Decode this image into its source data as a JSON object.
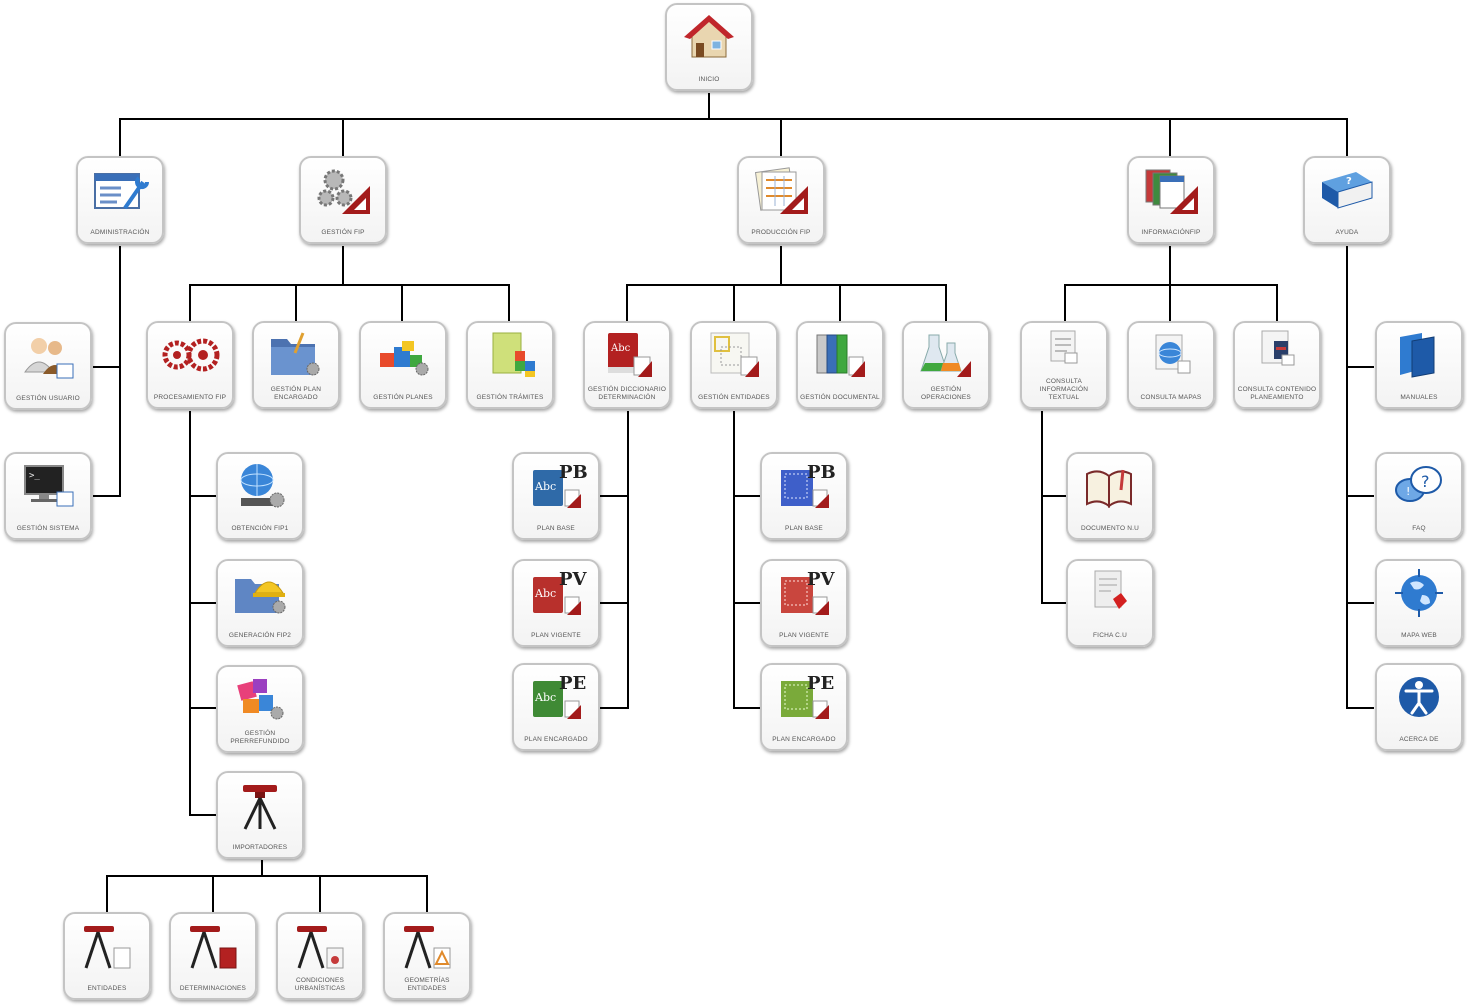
{
  "nodes": {
    "inicio": {
      "label": "INICIO",
      "icon": "house-icon"
    },
    "administracion": {
      "label": "ADMINISTRACIÓN",
      "icon": "settings-window-icon"
    },
    "gestion_fip": {
      "label": "GESTIÓN FIP",
      "icon": "gears-ruler-icon"
    },
    "produccion_fip": {
      "label": "PRODUCCIÓN FIP",
      "icon": "documents-ruler-icon"
    },
    "informacion_fip": {
      "label": "INFORMACIÓNFIP",
      "icon": "documents-stack-ruler-icon"
    },
    "ayuda": {
      "label": "AYUDA",
      "icon": "help-book-icon"
    },
    "gestion_usuario": {
      "label": "GESTIÓN USUARIO",
      "icon": "users-icon"
    },
    "gestion_sistema": {
      "label": "GESTIÓN SISTEMA",
      "icon": "terminal-monitor-icon"
    },
    "procesamiento_fip": {
      "label": "PROCESAMIENTO FIP",
      "icon": "red-gears-icon"
    },
    "gestion_plan_encargado": {
      "label": "GESTIÓN PLAN ENCARGADO",
      "icon": "folder-tools-icon"
    },
    "gestion_planes": {
      "label": "GESTIÓN PLANES",
      "icon": "building-blocks-icon"
    },
    "gestion_tramites": {
      "label": "GESTIÓN TRÁMITES",
      "icon": "file-blocks-icon"
    },
    "obtencion_fip1": {
      "label": "OBTENCIÓN FIP1",
      "icon": "globe-server-icon"
    },
    "generacion_fip2": {
      "label": "GENERACIÓN FIP2",
      "icon": "folder-hardhat-icon"
    },
    "gestion_prerefundido": {
      "label": "GESTIÓN PRERREFUNDIDO",
      "icon": "colored-shapes-icon"
    },
    "importadores": {
      "label": "IMPORTADORES",
      "icon": "tripod-level-icon"
    },
    "entidades": {
      "label": "ENTIDADES",
      "icon": "tripod-document-icon"
    },
    "determinaciones": {
      "label": "DETERMINACIONES",
      "icon": "tripod-book-icon"
    },
    "condiciones_urbanisticas": {
      "label": "CONDICIONES URBANÍSTICAS",
      "icon": "tripod-page-icon"
    },
    "geometrias_entidades": {
      "label": "GEOMETRÍAS ENTIDADES",
      "icon": "tripod-geometry-icon"
    },
    "gestion_diccionario": {
      "label": "GESTIÓN DICCIONARIO DETERMINACIÓN",
      "icon": "dictionary-book-icon"
    },
    "gestion_entidades": {
      "label": "GESTIÓN ENTIDADES",
      "icon": "drawing-sheet-icon"
    },
    "gestion_documental": {
      "label": "GESTIÓN DOCUMENTAL",
      "icon": "binders-icon"
    },
    "gestion_operaciones": {
      "label": "GESTIÓN OPERACIONES",
      "icon": "lab-flasks-icon"
    },
    "dic_plan_base": {
      "label": "PLAN BASE",
      "icon": "book-pb-icon",
      "badge": "PB",
      "color": "#2f6aa8"
    },
    "dic_plan_vigente": {
      "label": "PLAN VIGENTE",
      "icon": "book-pv-icon",
      "badge": "PV",
      "color": "#b8302c"
    },
    "dic_plan_encargado": {
      "label": "PLAN ENCARGADO",
      "icon": "book-pe-icon",
      "badge": "PE",
      "color": "#3f8a35"
    },
    "ent_plan_base": {
      "label": "PLAN BASE",
      "icon": "sheet-pb-icon",
      "badge": "PB",
      "color": "#3e5fc9"
    },
    "ent_plan_vigente": {
      "label": "PLAN VIGENTE",
      "icon": "sheet-pv-icon",
      "badge": "PV",
      "color": "#c9463e"
    },
    "ent_plan_encargado": {
      "label": "PLAN ENCARGADO",
      "icon": "sheet-pe-icon",
      "badge": "PE",
      "color": "#7aaa3a"
    },
    "consulta_info_textual": {
      "label": "CONSULTA INFORMACIÓN TEXTUAL",
      "icon": "text-document-icon"
    },
    "consulta_mapas": {
      "label": "CONSULTA MAPAS",
      "icon": "globe-document-icon"
    },
    "consulta_contenido": {
      "label": "CONSULTA CONTENIDO PLANEAMIENTO",
      "icon": "book-document-icon"
    },
    "documento_nu": {
      "label": "DOCUMENTO N.U",
      "icon": "open-book-icon"
    },
    "ficha_cu": {
      "label": "FICHA C.U",
      "icon": "page-marker-icon"
    },
    "manuales": {
      "label": "MANUALES",
      "icon": "blue-books-icon"
    },
    "faq": {
      "label": "FAQ",
      "icon": "speech-bubbles-icon"
    },
    "mapa_web": {
      "label": "MAPA WEB",
      "icon": "web-globe-icon"
    },
    "acerca_de": {
      "label": "ACERCA DE",
      "icon": "accessibility-icon"
    }
  },
  "colors": {
    "connector": "#000000",
    "border": "#c4c4c4",
    "accent_red": "#a31b1b"
  }
}
